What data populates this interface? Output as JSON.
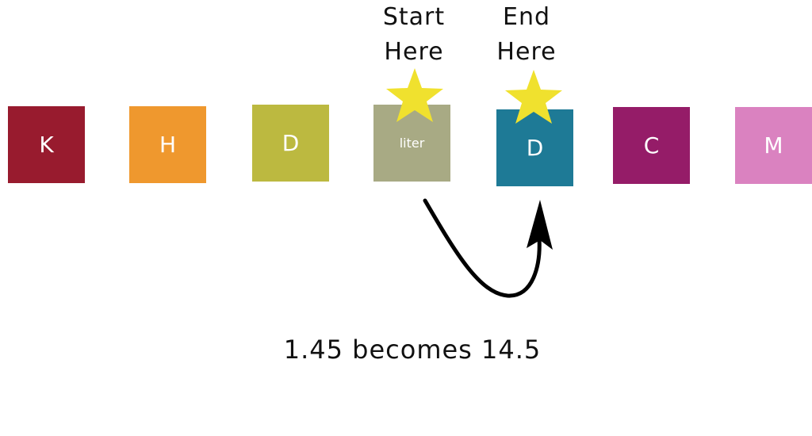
{
  "labels": {
    "start": [
      "Start",
      "Here"
    ],
    "end": [
      "End",
      "Here"
    ]
  },
  "boxes": [
    {
      "text": "K",
      "color": "#981B2E"
    },
    {
      "text": "H",
      "color": "#EF982E"
    },
    {
      "text": "D",
      "color": "#BCB940"
    },
    {
      "text": "liter",
      "color": "#A8AA84"
    },
    {
      "text": "D",
      "color": "#1E7A96"
    },
    {
      "text": "C",
      "color": "#951C68"
    },
    {
      "text": "M",
      "color": "#DA82C0"
    }
  ],
  "caption": "1.45 becomes 14.5",
  "colors": {
    "star": "#F0E12E",
    "arrow": "#000000"
  }
}
